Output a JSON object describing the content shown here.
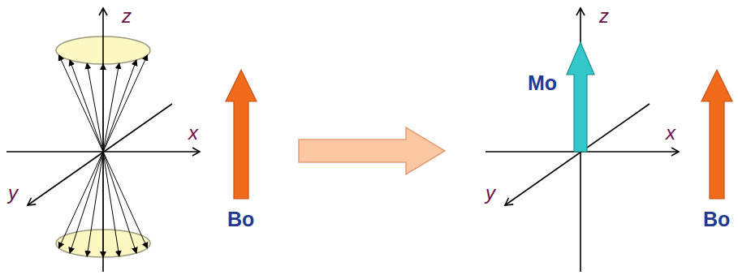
{
  "diagram": {
    "labels": [
      "z",
      "x",
      "y",
      "Bo",
      "z",
      "Mo",
      "x",
      "y",
      "Bo"
    ]
  }
}
